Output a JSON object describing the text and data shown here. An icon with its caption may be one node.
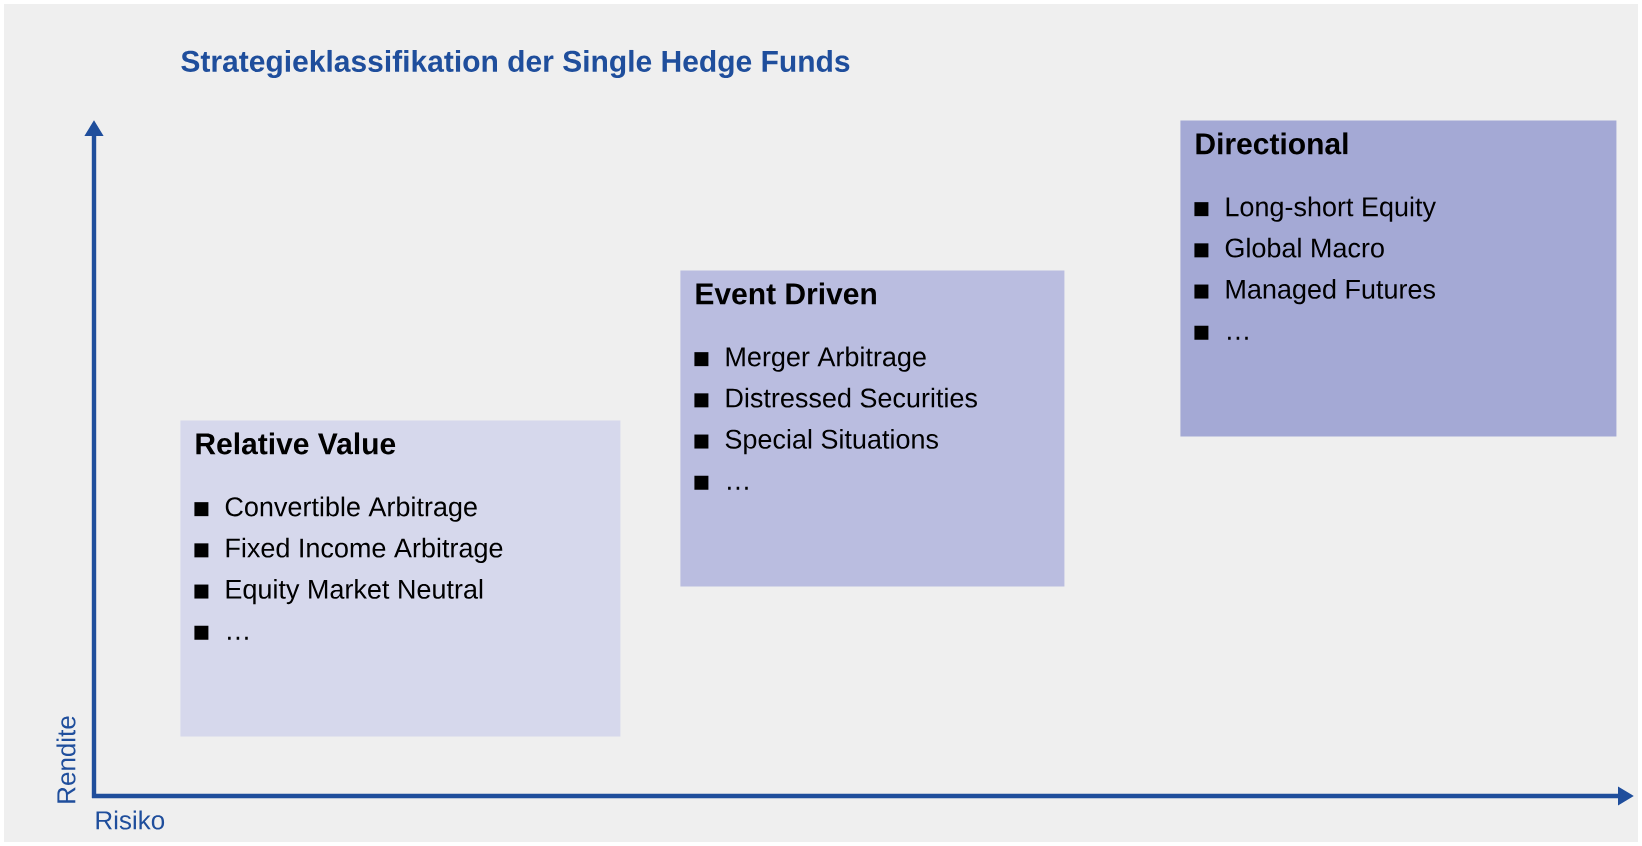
{
  "diagram": {
    "title": "Strategieklassifikation der Single Hedge Funds",
    "nodes": [
      {
        "text": [
          "Relative Value",
          "Convertible Arbitrage",
          "Fixed Income Arbitrage",
          "Equity Market Neutral",
          "…"
        ]
      },
      {
        "text": [
          "Event Driven",
          "Merger Arbitrage",
          "Distressed Securities",
          "Special Situations",
          "…"
        ]
      },
      {
        "text": [
          "Directional",
          "Long-short Equity",
          "Global Macro",
          "Managed Futures",
          "…"
        ]
      }
    ],
    "labels": [
      "Rendite",
      "Risiko"
    ]
  }
}
